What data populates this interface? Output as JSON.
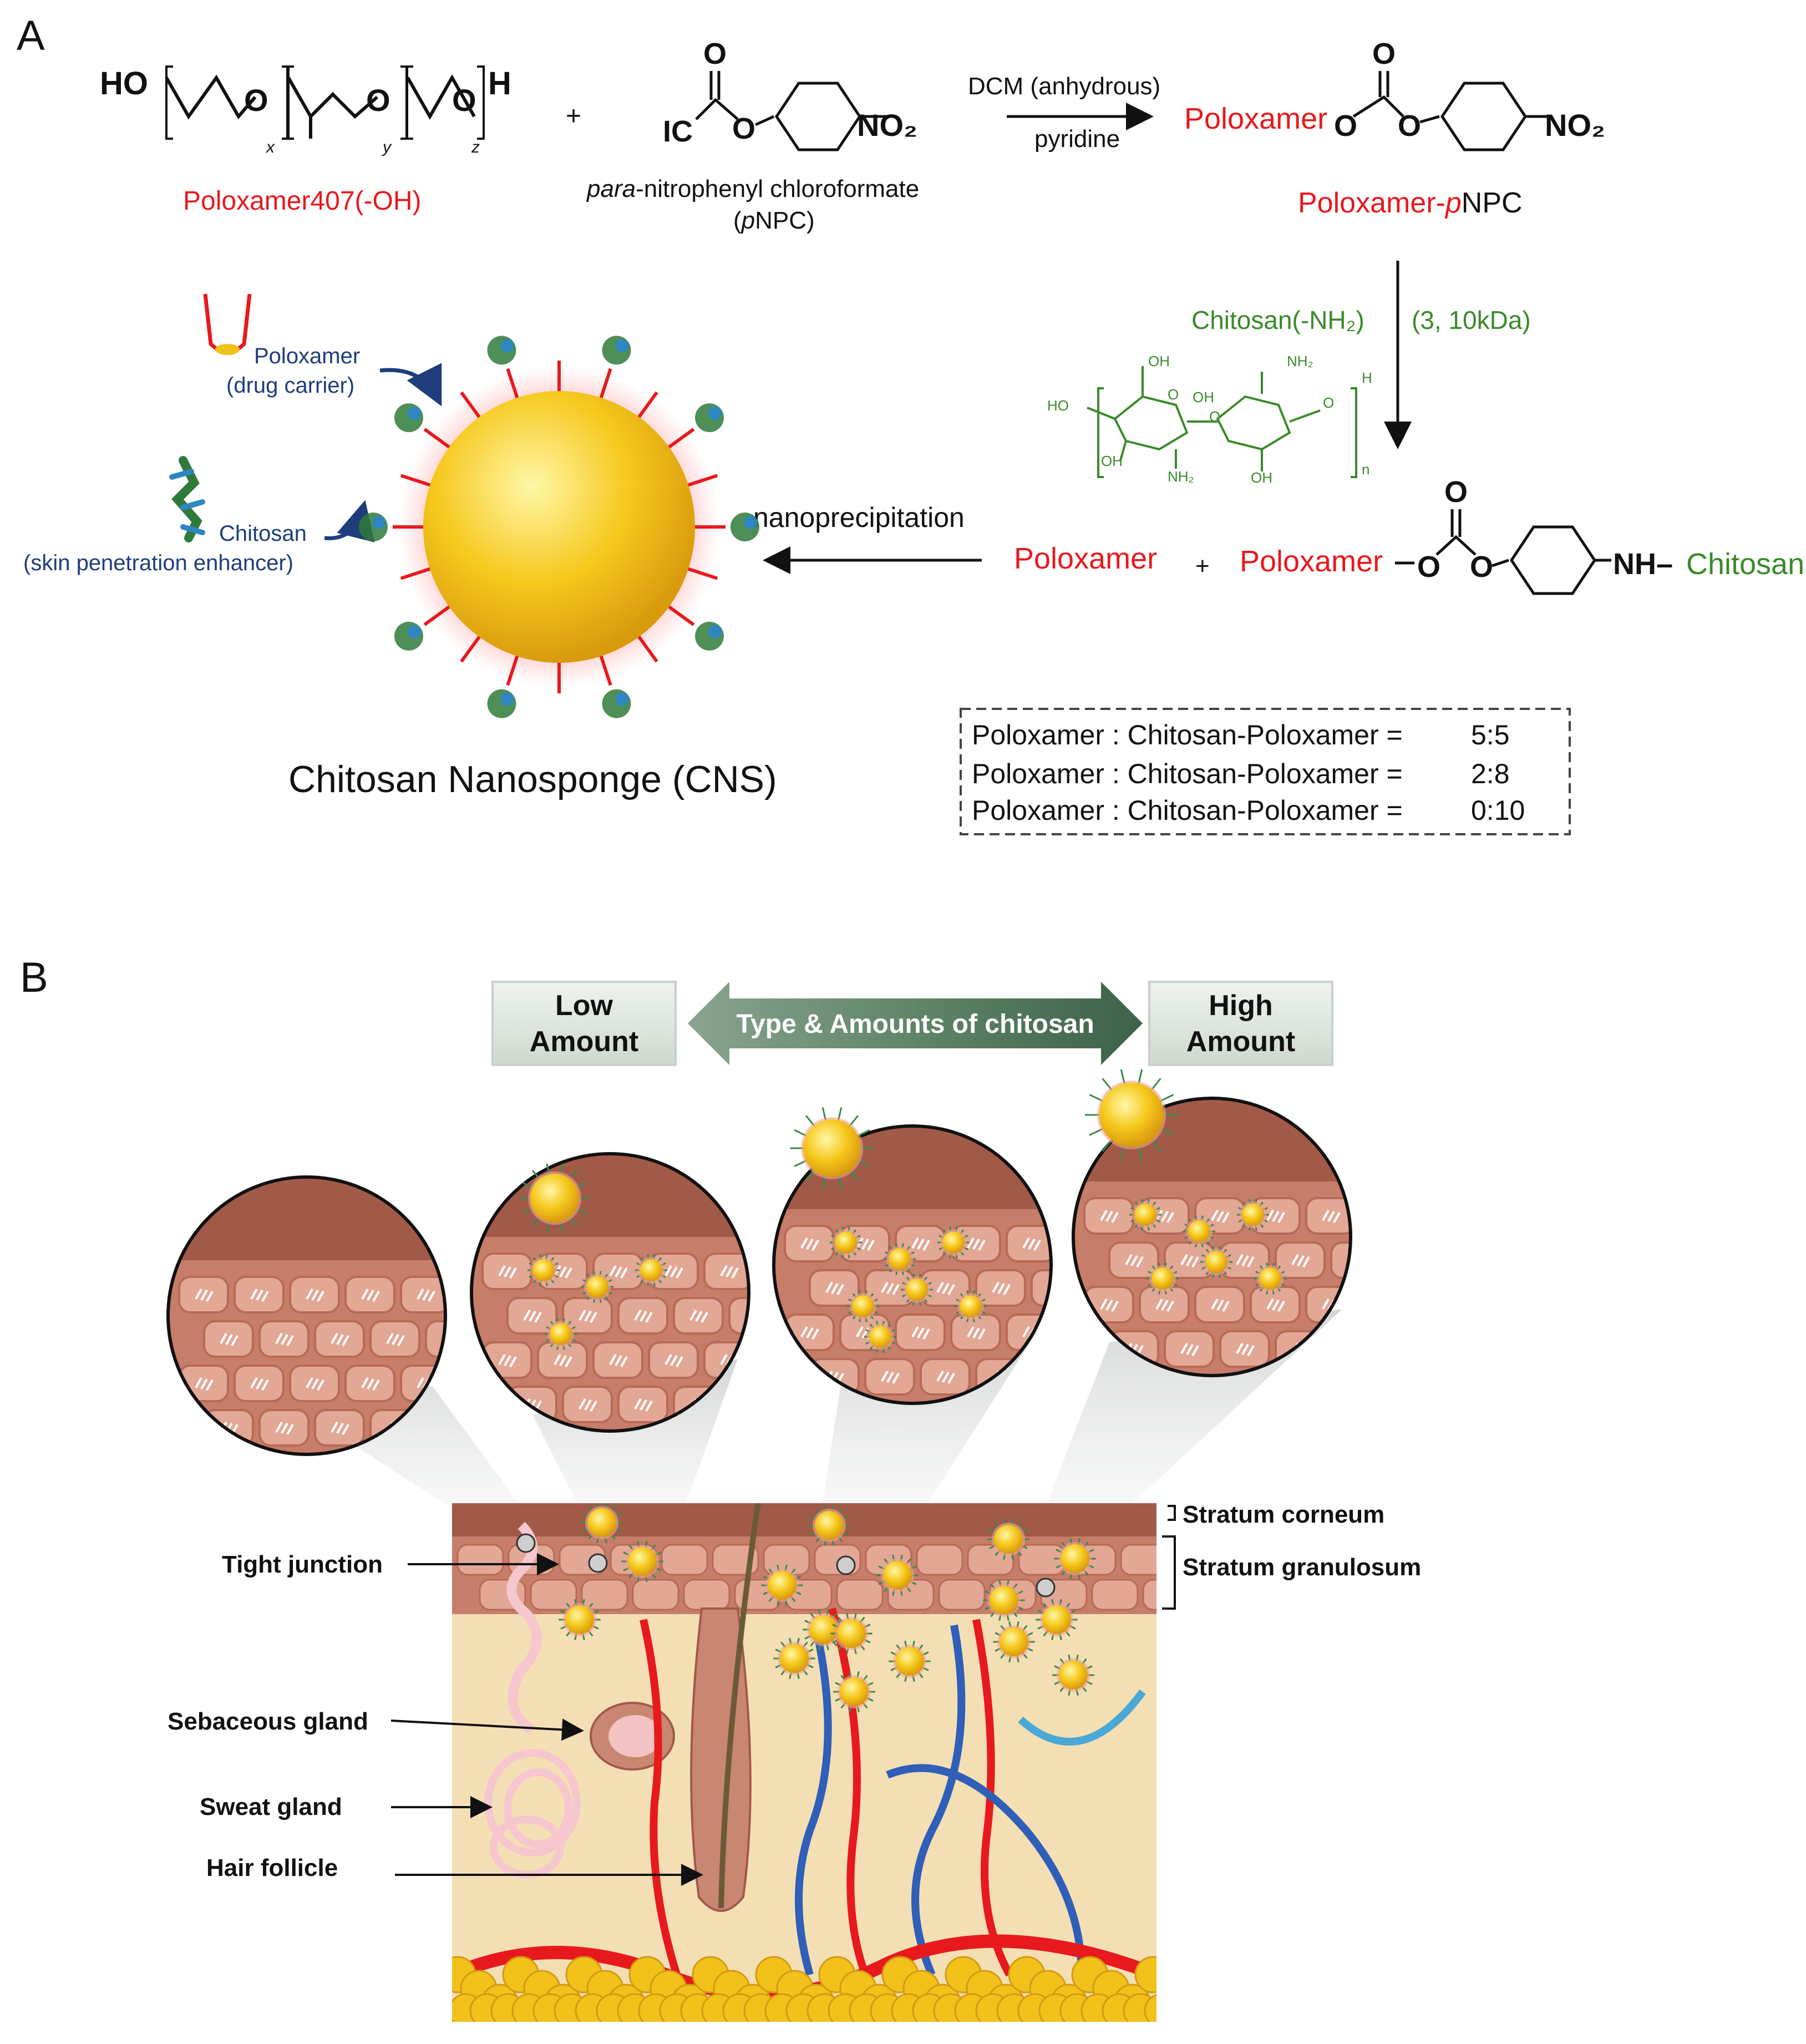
{
  "panels": {
    "a": "A",
    "b": "B"
  },
  "scheme": {
    "reactant1_formula_ho": "HO",
    "reactant1_formula_h": "H",
    "reactant1_sub_x": "x",
    "reactant1_sub_y": "y",
    "reactant1_sub_z": "z",
    "reactant1_name": "Poloxamer407(-OH)",
    "plus1": "+",
    "reactant2_o": "O",
    "reactant2_ic": "IC",
    "reactant2_ring_o": "O",
    "reactant2_no2": "NO₂",
    "reactant2_name_italic": "para",
    "reactant2_name_rest": "-nitrophenyl chloroformate",
    "reactant2_abbr_open": "(",
    "reactant2_abbr_italic": "p",
    "reactant2_abbr_rest": "NPC)",
    "conditions_top": "DCM (anhydrous)",
    "conditions_bottom": "pyridine",
    "product1_poloxamer": "Poloxamer",
    "product1_o": "O",
    "product1_no2": "NO₂",
    "product1_name_a": "Poloxamer-",
    "product1_name_italic": "p",
    "product1_name_b": "NPC",
    "chitosan_label": "Chitosan(-NH₂)",
    "chitosan_mw": "(3, 10kDa)",
    "chitosan_struct": {
      "oh1": "OH",
      "nh2a": "NH₂",
      "ho": "HO",
      "o1": "O",
      "oh2": "OH",
      "o2": "O",
      "o3": "O",
      "h": "H",
      "oh3": "OH",
      "nh2b": "NH₂",
      "oh4": "OH",
      "n": "n"
    },
    "nanoprecipitation": "nanoprecipitation",
    "mix_poloxamer": "Poloxamer",
    "plus2": "+",
    "mix_poloxamer2": "Poloxamer",
    "mix_o": "O",
    "mix_nh": "NH–",
    "mix_chitosan": "Chitosan",
    "legend_poloxamer": "Poloxamer",
    "legend_poloxamer_sub": "(drug carrier)",
    "legend_chitosan": "Chitosan",
    "legend_chitosan_sub": "(skin penetration enhancer)",
    "cns_title": "Chitosan Nanosponge (CNS)",
    "ratios": [
      {
        "label": "Poloxamer : Chitosan-Poloxamer =",
        "value": "5:5"
      },
      {
        "label": "Poloxamer : Chitosan-Poloxamer =",
        "value": "2:8"
      },
      {
        "label": "Poloxamer : Chitosan-Poloxamer =",
        "value": "0:10"
      }
    ]
  },
  "skin": {
    "low_line1": "Low",
    "low_line2": "Amount",
    "arrow_label": "Type & Amounts of chitosan",
    "high_line1": "High",
    "high_line2": "Amount",
    "stratum_corneum": "Stratum corneum",
    "stratum_granulosum": "Stratum granulosum",
    "tight_junction": "Tight junction",
    "sebaceous_gland": "Sebaceous gland",
    "sweat_gland": "Sweat gland",
    "hair_follicle": "Hair follicle"
  },
  "colors": {
    "red_text": "#e8191d",
    "green_text": "#3a8a2a",
    "navy_text": "#1f3d7a",
    "skin_top": "#a25a48",
    "skin_cell": "#e3a795",
    "dermis": "#f4dfb4",
    "nanoparticle": "#f2c21b",
    "arrow_green": "#4f7a5c",
    "box_gray": "#dfe7df"
  }
}
